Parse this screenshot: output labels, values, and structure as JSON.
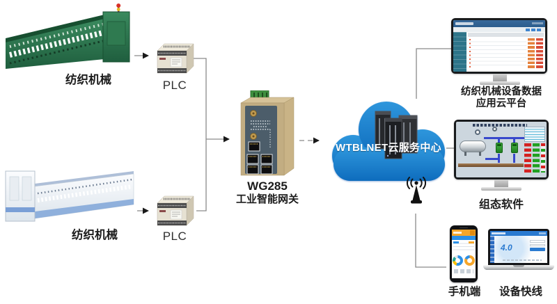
{
  "diagram": {
    "nodes": {
      "machine_top": {
        "label": "纺织机械"
      },
      "plc_top": {
        "label": "PLC"
      },
      "machine_bottom": {
        "label": "纺织机械"
      },
      "plc_bottom": {
        "label": "PLC"
      },
      "gateway": {
        "model": "WG285",
        "name": "工业智能网关"
      },
      "cloud": {
        "label": "WTBLNET云服务中心"
      },
      "cloud_platform": {
        "label_line1": "纺织机械设备数据",
        "label_line2": "应用云平台"
      },
      "scada": {
        "label": "组态软件"
      },
      "mobile": {
        "label": "手机端"
      },
      "device_express": {
        "label": "设备快线",
        "screen_headline": "4.0"
      }
    },
    "colors": {
      "cloud_blue": "#1781d2",
      "cloud_blue_dark": "#0e6cbd",
      "gateway_body": "#c2ad82",
      "gateway_panel": "#4c5d6a",
      "terminal_green": "#3f8f3f",
      "machine_green": "#2e8054",
      "line_gray": "#8a8a8a",
      "action_orange": "#e4813c",
      "action_red": "#d84c38",
      "status_green": "#20a020",
      "status_red": "#d42020"
    },
    "icons": {
      "antenna": "antenna-icon",
      "server_stack": "server-stack-icon"
    }
  }
}
